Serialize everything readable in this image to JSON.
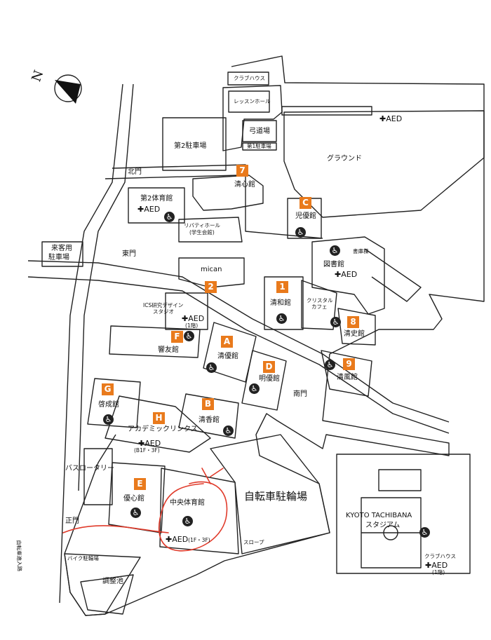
{
  "compass": {
    "north_label": "N"
  },
  "buildings": {
    "club_house_top": "クラブハウス",
    "lesson_hall": "レッスンホール",
    "archery": "弓道場",
    "parking1": "第1駐車場",
    "ground": "グラウンド",
    "parking2": "第2駐車場",
    "north_gate": "北門",
    "seishinkan": "清心館",
    "gym2": "第2体育館",
    "jiyukan": "児優館",
    "liberty_hall": "リバティホール",
    "liberty_hall_sub": "(学生会館)",
    "visitor_parking_1": "来客用",
    "visitor_parking_2": "駐車場",
    "east_gate": "東門",
    "annex": "書庫棟",
    "library": "図書館",
    "mican": "mican",
    "ics_studio_1": "ICS研究デザイン",
    "ics_studio_2": "スタジオ",
    "seiwakan": "清和館",
    "crystal_cafe_1": "クリスタル",
    "crystal_cafe_2": "カフェ",
    "seishikan": "清史館",
    "kyoyukan": "響友館",
    "seiyukan": "清優館",
    "meiyukan": "明優館",
    "seifukan": "清風館",
    "south_gate": "南門",
    "keiseikan": "啓成館",
    "seikokan": "清香館",
    "academic_links": "アカデミックリンクス",
    "bus_rotary": "バスロータリー",
    "yushinkan": "優心館",
    "central_gym": "中央体育館",
    "bicycle_parking": "自転車駐輪場",
    "main_gate": "正門",
    "slope": "スロープ",
    "bicycle_entrance": "自転車進入路",
    "bike_parking": "バイク駐輪場",
    "pond": "調整池",
    "stadium_1": "KYOTO TACHIBANA",
    "stadium_2": "スタジアム",
    "club_house_stadium": "クラブハウス"
  },
  "badges": {
    "b7": "7",
    "bC": "C",
    "b2": "2",
    "b1": "1",
    "b8": "8",
    "b9": "9",
    "bF": "F",
    "bA": "A",
    "bD": "D",
    "bG": "G",
    "bB": "B",
    "bH": "H",
    "bE": "E"
  },
  "aed": {
    "top": "AED",
    "gym2": "AED",
    "library": "AED",
    "ics": "AED",
    "ics_floor": "(1階)",
    "academic": "AED",
    "academic_floor": "(B1F・3F)",
    "central": "AED",
    "central_floor": "(1F・3F)",
    "stadium": "AED",
    "stadium_floor": "(1階)"
  },
  "icons": {
    "wheelchair": "wheelchair-icon",
    "aed": "aed-plus-icon",
    "north_arrow": "north-arrow-icon"
  },
  "colors": {
    "badge": "#e97a1c",
    "annotation": "#e03a2a",
    "line": "#222222"
  }
}
